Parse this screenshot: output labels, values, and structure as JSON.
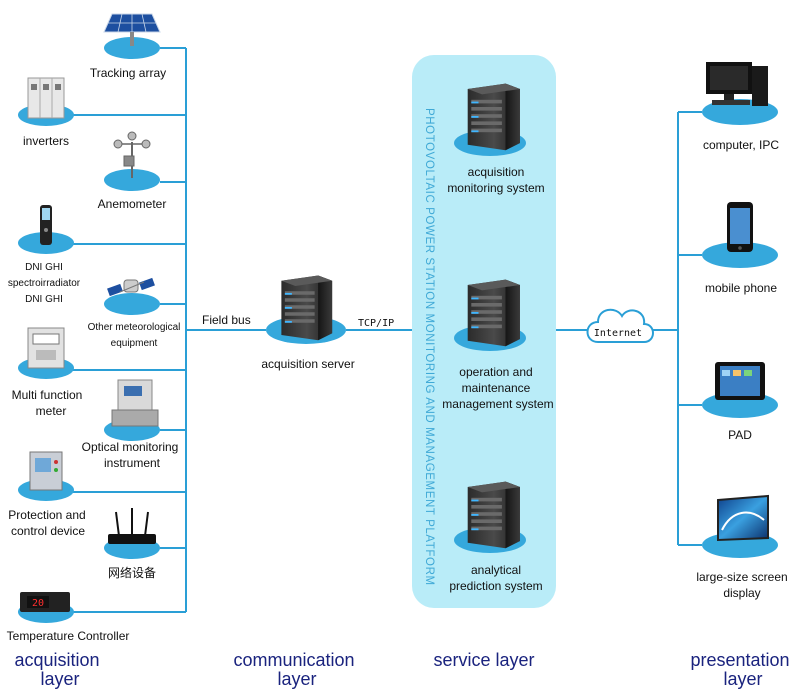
{
  "devices": {
    "tracking_array": "Tracking array",
    "inverters": "inverters",
    "anemometer": "Anemometer",
    "dni_line1": "DNI GHI",
    "dni_line2": "spectroirradiator",
    "dni_line3": "DNI GHI",
    "met_line1": "Other meteorological",
    "met_line2": "equipment",
    "meter_line1": "Multi function",
    "meter_line2": "meter",
    "optical_line1": "Optical monitoring",
    "optical_line2": "instrument",
    "protection_line1": "Protection and",
    "protection_line2": "control device",
    "network": "网络设备",
    "temperature": "Temperature Controller",
    "temperature_display": "20"
  },
  "communication": {
    "field_bus": "Field bus",
    "server": "acquisition server",
    "tcpip": "TCP/IP"
  },
  "service": {
    "platform": "PHOTOVOLTAIC POWER STATION MONITORING AND MANAGEMENT PLATFORM",
    "sys1_line1": "acquisition",
    "sys1_line2": "monitoring system",
    "sys2_line1": "operation and",
    "sys2_line2": "maintenance",
    "sys2_line3": "management system",
    "sys3_line1": "analytical",
    "sys3_line2": "prediction system"
  },
  "internet": "Internet",
  "presentation": {
    "computer": "computer, IPC",
    "phone": "mobile phone",
    "pad": "PAD",
    "screen_line1": "large-size screen",
    "screen_line2": "display"
  },
  "layers": {
    "acq_line1": "acquisition",
    "acq_line2": "layer",
    "comm_line1": "communication",
    "comm_line2": "layer",
    "service": "service layer",
    "pres_line1": "presentation",
    "pres_line2": "layer"
  },
  "colors": {
    "line": "#2a9fd6",
    "disk": "#35a8dc",
    "panel": "#b9ecf8",
    "layer_text": "#1a237e"
  },
  "icons": [
    "solar-panel-icon",
    "inverter-cabinet-icon",
    "anemometer-icon",
    "pyranometer-icon",
    "satellite-icon",
    "power-meter-icon",
    "optical-instrument-icon",
    "protection-device-icon",
    "router-icon",
    "temperature-controller-icon",
    "server-icon",
    "cloud-icon",
    "desktop-computer-icon",
    "smartphone-icon",
    "tablet-icon",
    "large-screen-icon"
  ]
}
